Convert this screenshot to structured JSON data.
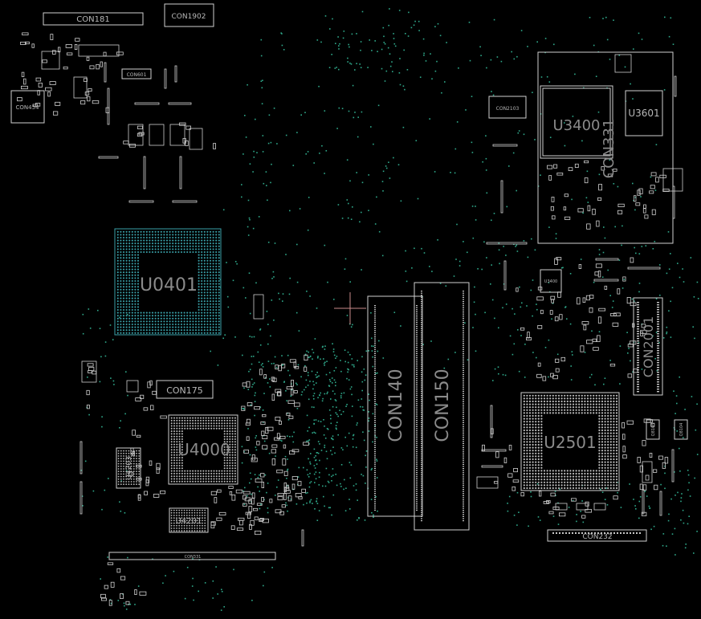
{
  "view": {
    "type": "pcb-boardview",
    "background": "#000000",
    "outline_color": "#d0d0d0",
    "label_color": "#b8b8b8",
    "via_color": "#2fa88a",
    "bga_color": "#3aa0a8",
    "cursor_color": "#c98a8a"
  },
  "components": {
    "con181": "CON181",
    "con1902": "CON1902",
    "con601": "CON601",
    "con454": "CON454",
    "u0401": "U0401",
    "con175": "CON175",
    "u4000": "U4000",
    "u4203": "U4203",
    "u4201": "U4201",
    "con331b": "CON331",
    "con140": "CON140",
    "con150": "CON150",
    "u3400": "U3400",
    "u3601": "U3601",
    "con331": "CON331",
    "con2103": "CON2103",
    "u3400small": "U3400",
    "con2001": "CON2001",
    "u2501": "U2501",
    "con232": "CON232",
    "q8105": "Q8105",
    "q8104": "Q8104"
  }
}
